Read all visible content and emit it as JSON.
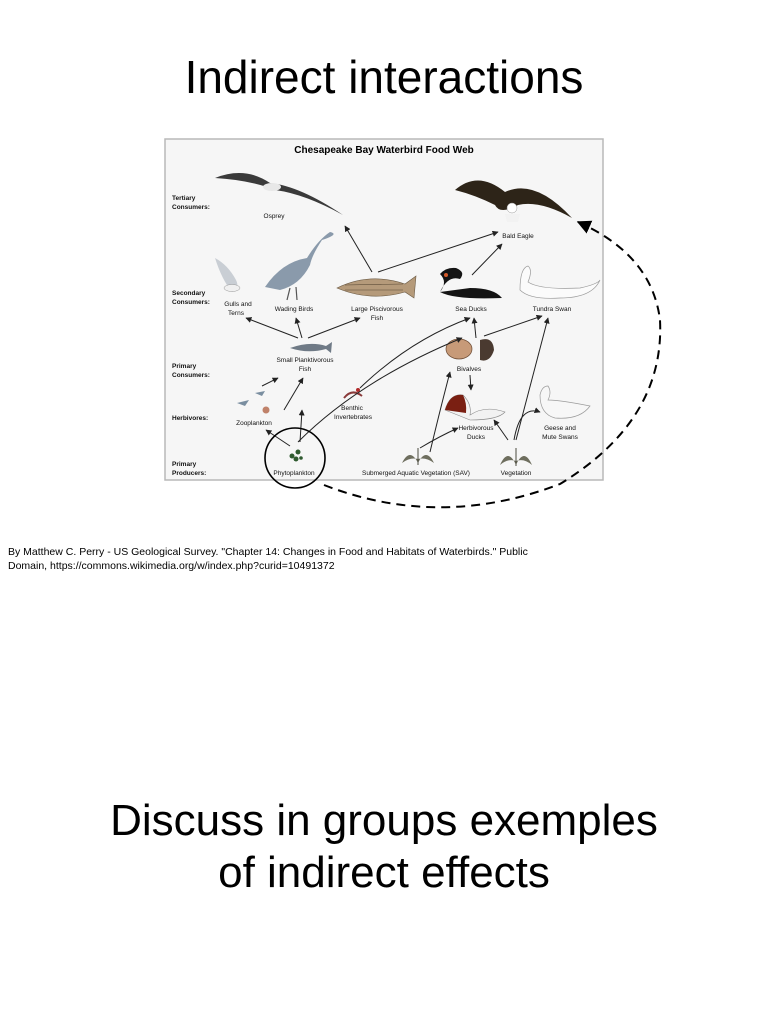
{
  "slide": {
    "title": "Indirect interactions",
    "credit_line1": "By Matthew C. Perry - US Geological Survey. \"Chapter 14: Changes in Food and Habitats of Waterbirds.\" Public",
    "credit_line2": "Domain, https://commons.wikimedia.org/w/index.php?curid=10491372",
    "discussion_line1": "Discuss in groups exemples",
    "discussion_line2": "of indirect effects"
  },
  "diagram": {
    "title": "Chesapeake Bay Waterbird Food Web",
    "levels": {
      "tertiary": [
        "Tertiary",
        "Consumers:"
      ],
      "secondary": [
        "Secondary",
        "Consumers:"
      ],
      "primary": [
        "Primary",
        "Consumers:"
      ],
      "herbivores": "Herbivores:",
      "producers": [
        "Primary",
        "Producers:"
      ]
    },
    "organisms": {
      "osprey": "Osprey",
      "bald_eagle": "Bald Eagle",
      "gulls": [
        "Gulls and",
        "Terns"
      ],
      "wading_birds": "Wading Birds",
      "piscivorous_fish": [
        "Large Piscivorous",
        "Fish"
      ],
      "sea_ducks": "Sea Ducks",
      "tundra_swan": "Tundra Swan",
      "planktivorous_fish": [
        "Small Planktivorous",
        "Fish"
      ],
      "bivalves": "Bivalves",
      "zooplankton": "Zooplankton",
      "benthic": [
        "Benthic",
        "Invertebrates"
      ],
      "herbivorous_ducks": [
        "Herbivorous",
        "Ducks"
      ],
      "geese": [
        "Geese and",
        "Mute Swans"
      ],
      "phytoplankton": "Phytoplankton",
      "sav": "Submerged Aquatic Vegetation (SAV)",
      "vegetation": "Vegetation"
    },
    "colors": {
      "frame": "#b8b8b8",
      "panel": "#f6f6f6",
      "arrow": "#222222",
      "dashed": "#000000"
    }
  }
}
